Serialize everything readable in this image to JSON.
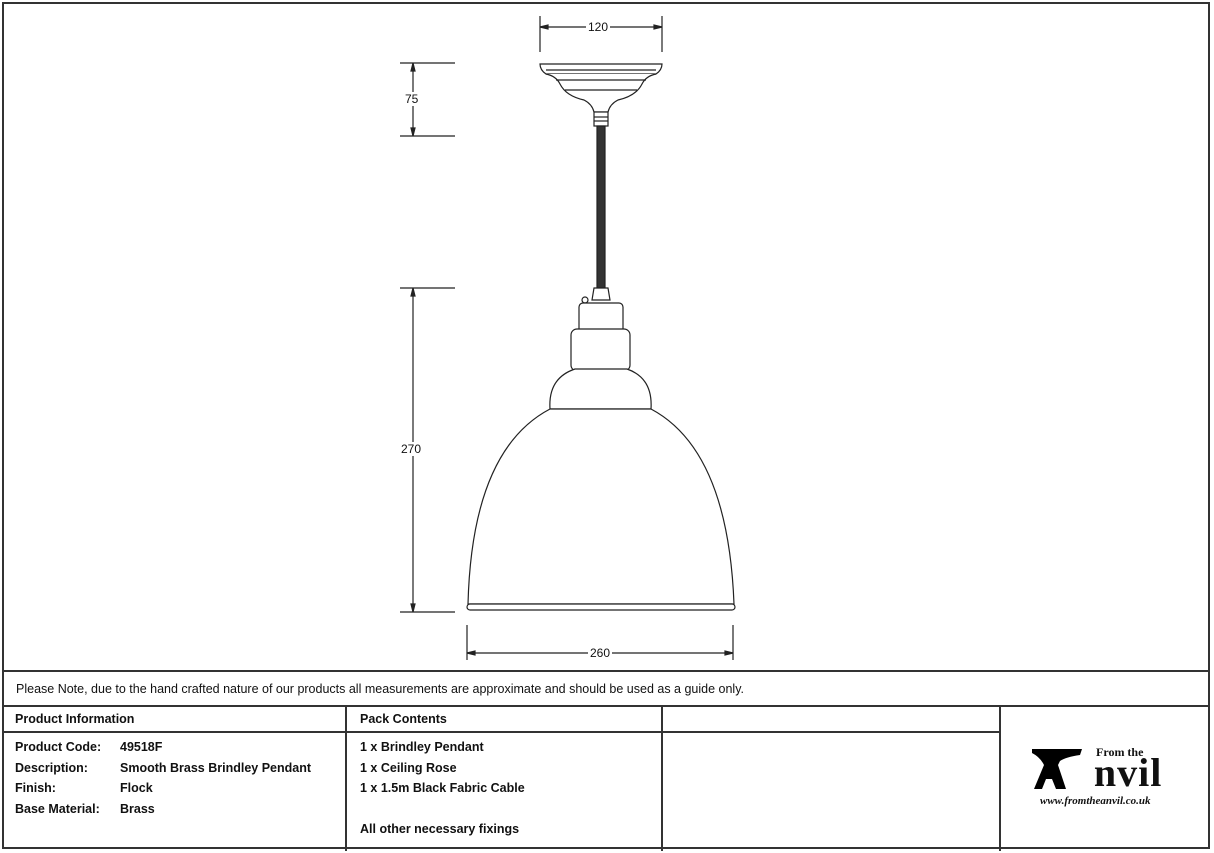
{
  "drawing": {
    "dimensions": {
      "ceiling_rose_width": "120",
      "ceiling_rose_height": "75",
      "shade_height": "270",
      "shade_width": "260"
    }
  },
  "note": "Please Note, due to the hand crafted nature of our products all measurements are approximate and should be used as a guide only.",
  "product_info": {
    "header": "Product Information",
    "rows": [
      {
        "label": "Product Code:",
        "value": "49518F"
      },
      {
        "label": "Description:",
        "value": "Smooth Brass Brindley Pendant"
      },
      {
        "label": "Finish:",
        "value": "Flock"
      },
      {
        "label": "Base Material:",
        "value": "Brass"
      }
    ]
  },
  "pack_contents": {
    "header": "Pack Contents",
    "items": [
      "1 x Brindley Pendant",
      "1 x Ceiling Rose",
      "1 x 1.5m Black Fabric Cable"
    ],
    "footer": "All other necessary fixings"
  },
  "logo": {
    "top": "From the",
    "brand": "Anvil",
    "url": "www.fromtheanvil.co.uk"
  }
}
